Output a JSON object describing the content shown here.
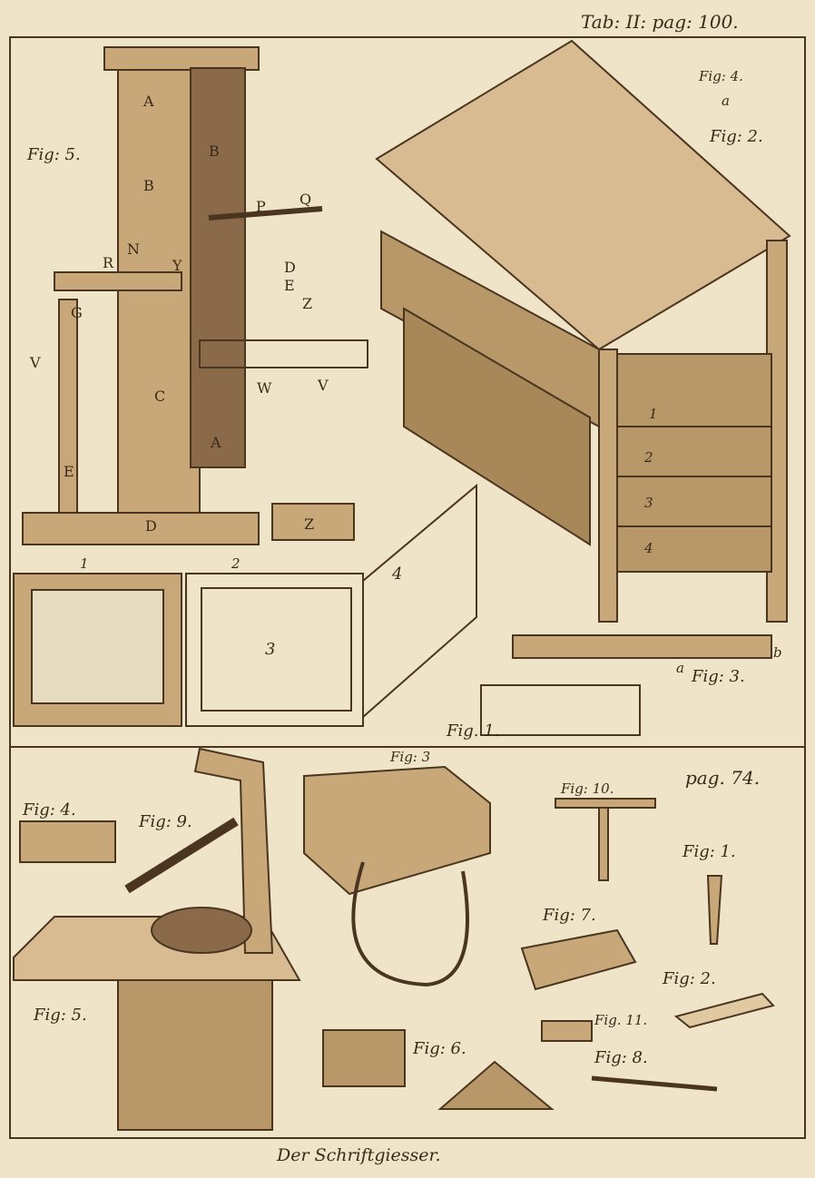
{
  "header": {
    "top_caption": "Tab: II: pag: 100.",
    "lower_caption": "pag. 74."
  },
  "upper_plate": {
    "fig5_label": "Fig: 5.",
    "fig4_label": "Fig: 4.",
    "fig4_letter": "a",
    "fig2_label": "Fig: 2.",
    "fig3_label": "Fig: 3.",
    "fig3_letter_a": "a",
    "fig3_letter_b": "b",
    "fig1_label": "Fig. 1.",
    "press_letters": [
      "A",
      "B",
      "B",
      "P",
      "Q",
      "R",
      "N",
      "Y",
      "D",
      "E",
      "Z",
      "G",
      "V",
      "C",
      "W",
      "V",
      "A",
      "D",
      "Z",
      "E"
    ],
    "frame_numbers": [
      "1",
      "2",
      "3",
      "4"
    ],
    "shelf_numbers": [
      "1",
      "2",
      "3",
      "4"
    ]
  },
  "lower_plate": {
    "fig3_label": "Fig: 3",
    "fig10_label": "Fig: 10.",
    "fig4_label": "Fig: 4.",
    "fig9_label": "Fig: 9.",
    "fig1_label": "Fig: 1.",
    "fig7_label": "Fig: 7.",
    "fig2_label": "Fig: 2.",
    "fig5_label": "Fig: 5.",
    "fig6_label": "Fig: 6.",
    "fig11_label": "Fig. 11.",
    "fig8_label": "Fig: 8."
  },
  "footer": {
    "title": "Der Schriftgiesser."
  },
  "colors": {
    "paper": "#efe3c8",
    "ink": "#4a3520",
    "wood": "#c8a878"
  }
}
